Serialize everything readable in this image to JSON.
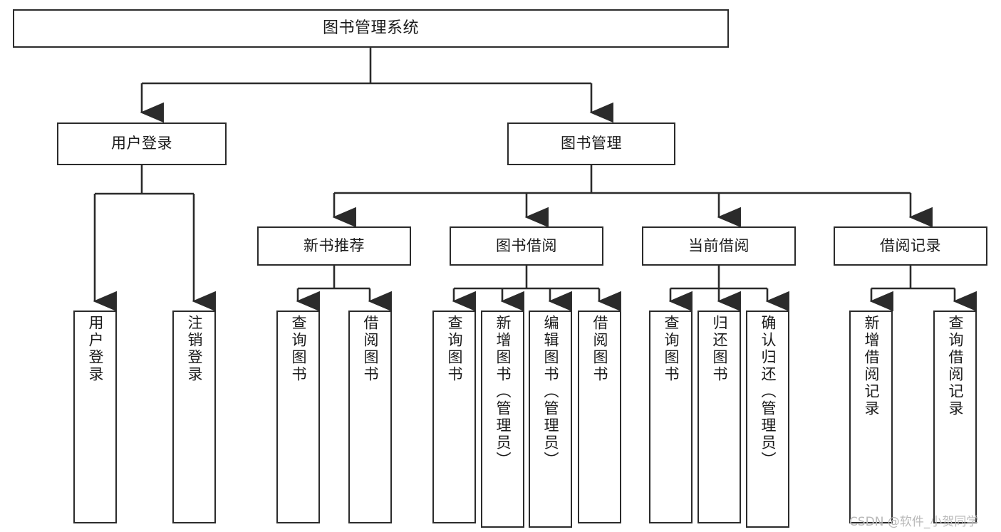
{
  "diagram": {
    "type": "tree-hierarchy-chart",
    "title": "图书管理系统",
    "stroke_color": "#2b2b2b",
    "background_color": "#ffffff",
    "root": {
      "id": "root",
      "label": "图书管理系统",
      "orientation": "horizontal"
    },
    "level2": [
      {
        "id": "user-login",
        "label": "用户登录",
        "orientation": "horizontal"
      },
      {
        "id": "book-manage",
        "label": "图书管理",
        "orientation": "horizontal"
      }
    ],
    "level3": [
      {
        "id": "new-book-recommend",
        "label": "新书推荐",
        "parent": "book-manage",
        "orientation": "horizontal"
      },
      {
        "id": "book-borrow",
        "label": "图书借阅",
        "parent": "book-manage",
        "orientation": "horizontal"
      },
      {
        "id": "current-borrow",
        "label": "当前借阅",
        "parent": "book-manage",
        "orientation": "horizontal"
      },
      {
        "id": "borrow-record",
        "label": "借阅记录",
        "parent": "book-manage",
        "orientation": "horizontal"
      }
    ],
    "leaves": [
      {
        "id": "leaf-user-login",
        "label": "用户登录",
        "parent": "user-login",
        "orientation": "vertical"
      },
      {
        "id": "leaf-user-logout",
        "label": "注销登录",
        "parent": "user-login",
        "orientation": "vertical"
      },
      {
        "id": "leaf-query-book-1",
        "label": "查询图书",
        "parent": "new-book-recommend",
        "orientation": "vertical"
      },
      {
        "id": "leaf-borrow-book-1",
        "label": "借阅图书",
        "parent": "new-book-recommend",
        "orientation": "vertical"
      },
      {
        "id": "leaf-query-book-2",
        "label": "查询图书",
        "parent": "book-borrow",
        "orientation": "vertical"
      },
      {
        "id": "leaf-add-book",
        "label": "新增图书（管理员）",
        "parent": "book-borrow",
        "orientation": "vertical"
      },
      {
        "id": "leaf-edit-book",
        "label": "编辑图书（管理员）",
        "parent": "book-borrow",
        "orientation": "vertical"
      },
      {
        "id": "leaf-borrow-book-2",
        "label": "借阅图书",
        "parent": "book-borrow",
        "orientation": "vertical"
      },
      {
        "id": "leaf-query-book-3",
        "label": "查询图书",
        "parent": "current-borrow",
        "orientation": "vertical"
      },
      {
        "id": "leaf-return-book",
        "label": "归还图书",
        "parent": "current-borrow",
        "orientation": "vertical"
      },
      {
        "id": "leaf-confirm-return",
        "label": "确认归还（管理员）",
        "parent": "current-borrow",
        "orientation": "vertical"
      },
      {
        "id": "leaf-add-record",
        "label": "新增借阅记录",
        "parent": "borrow-record",
        "orientation": "vertical"
      },
      {
        "id": "leaf-query-record",
        "label": "查询借阅记录",
        "parent": "borrow-record",
        "orientation": "vertical"
      }
    ],
    "watermark": "CSDN @软件_小贺同学"
  }
}
